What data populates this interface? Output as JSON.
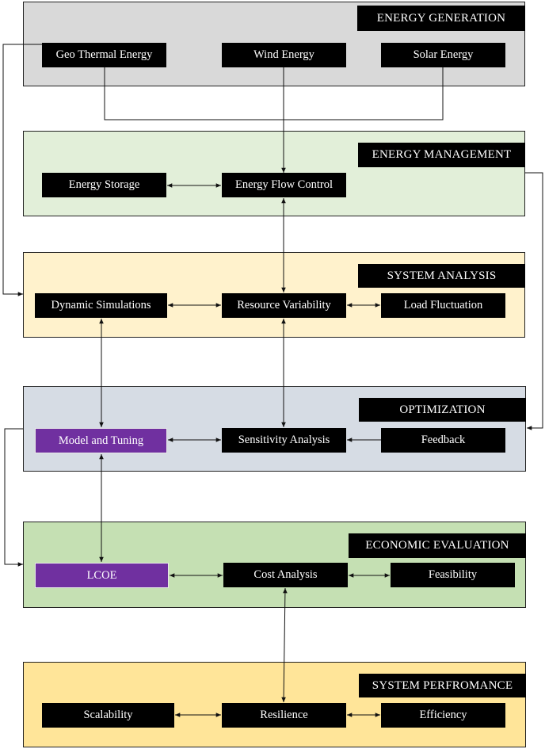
{
  "sections": {
    "generation": {
      "title": "ENERGY GENERATION",
      "nodes": {
        "geothermal": "Geo Thermal Energy",
        "wind": "Wind Energy",
        "solar": "Solar Energy"
      }
    },
    "management": {
      "title": "ENERGY MANAGEMENT",
      "nodes": {
        "storage": "Energy Storage",
        "flow_control": "Energy Flow Control"
      }
    },
    "analysis": {
      "title": "SYSTEM ANALYSIS",
      "nodes": {
        "dynamic_sim": "Dynamic Simulations",
        "resource_var": "Resource Variability",
        "load_fluct": "Load Fluctuation"
      }
    },
    "optimization": {
      "title": "OPTIMIZATION",
      "nodes": {
        "model_tuning": "Model and Tuning",
        "sensitivity": "Sensitivity Analysis",
        "feedback": "Feedback"
      }
    },
    "economic": {
      "title": "ECONOMIC EVALUATION",
      "nodes": {
        "lcoe": "LCOE",
        "cost": "Cost Analysis",
        "feasibility": "Feasibility"
      }
    },
    "performance": {
      "title": "SYSTEM PERFROMANCE",
      "nodes": {
        "scalability": "Scalability",
        "resilience": "Resilience",
        "efficiency": "Efficiency"
      }
    }
  },
  "colors": {
    "generation_bg": "#d9d9d9",
    "management_bg": "#e2efd9",
    "analysis_bg": "#fff2cc",
    "optimization_bg": "#d6dce4",
    "economic_bg": "#c5e0b3",
    "performance_bg": "#ffe599",
    "node_bg": "#000000",
    "highlight_node_bg": "#7030a0"
  }
}
